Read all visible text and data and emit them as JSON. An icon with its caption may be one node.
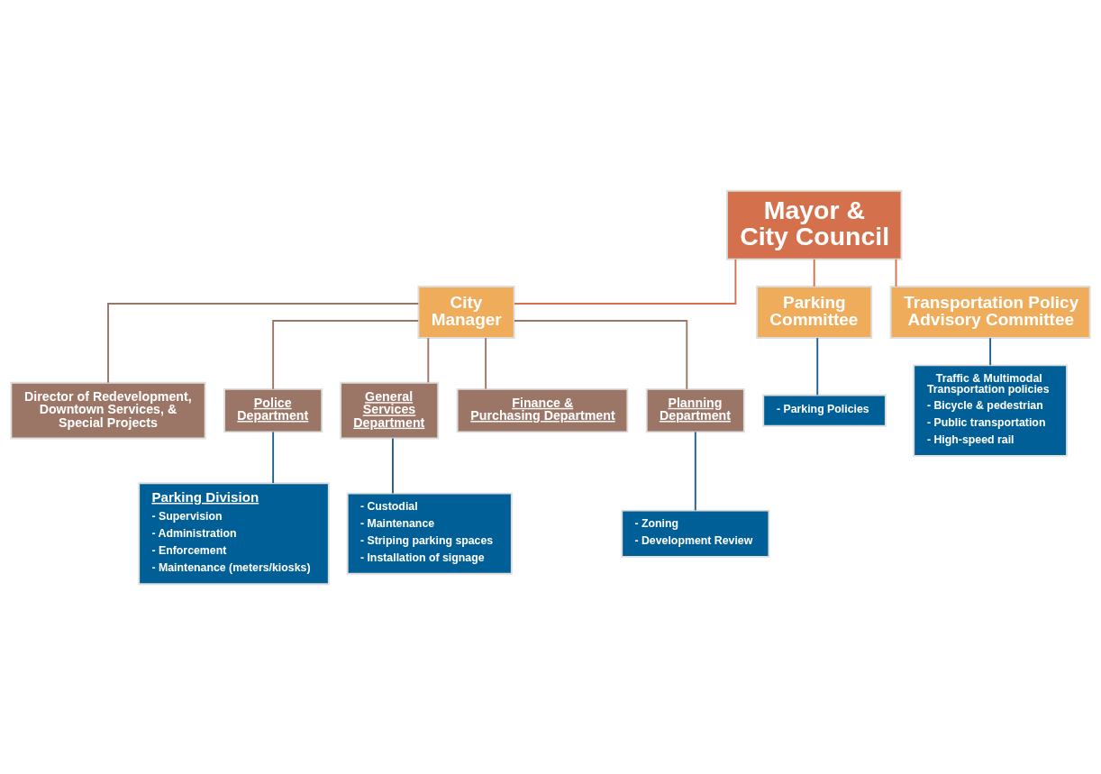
{
  "diagram": {
    "nodes": [
      {
        "text": [
          "Mayor & City Council"
        ]
      },
      {
        "text": [
          "City Manager"
        ]
      },
      {
        "text": [
          "Parking Committee"
        ]
      },
      {
        "text": [
          "Transportation Policy Advisory Committee"
        ]
      },
      {
        "text": [
          "Director of Redevelopment, Downtown Services, & Special Projects"
        ]
      },
      {
        "text": [
          "Police Department"
        ]
      },
      {
        "text": [
          "General Services Department"
        ]
      },
      {
        "text": [
          "Finance & Purchasing Department"
        ]
      },
      {
        "text": [
          "Planning Department"
        ]
      },
      {
        "text": [
          "- Parking Policies"
        ]
      },
      {
        "text": [
          "Traffic & Multimodal Transportation policies",
          "- Bicycle & pedestrian",
          "- Public transportation",
          "- High-speed rail"
        ]
      },
      {
        "text": [
          "Parking Division",
          "- Supervision",
          "- Administration",
          "- Enforcement",
          "- Maintenance (meters/kiosks)"
        ]
      },
      {
        "text": [
          "- Custodial",
          "- Maintenance",
          "- Striping parking spaces",
          "- Installation of signage"
        ]
      },
      {
        "text": [
          "- Zoning",
          "- Development Review"
        ]
      }
    ],
    "edges": [
      {
        "from": 0,
        "to": 1,
        "arrow": "none",
        "color": "#d4704c"
      },
      {
        "from": 0,
        "to": 2,
        "arrow": "none",
        "color": "#d4704c"
      },
      {
        "from": 0,
        "to": 3,
        "arrow": "none",
        "color": "#d4704c"
      },
      {
        "from": 1,
        "to": 4,
        "arrow": "none",
        "color": "#9b7565"
      },
      {
        "from": 1,
        "to": 5,
        "arrow": "none",
        "color": "#9b7565"
      },
      {
        "from": 1,
        "to": 6,
        "arrow": "none",
        "color": "#9b7565"
      },
      {
        "from": 1,
        "to": 7,
        "arrow": "none",
        "color": "#9b7565"
      },
      {
        "from": 1,
        "to": 8,
        "arrow": "none",
        "color": "#9b7565"
      },
      {
        "from": 2,
        "to": 9,
        "arrow": "none",
        "color": "#1f5f8b"
      },
      {
        "from": 3,
        "to": 10,
        "arrow": "none",
        "color": "#1f5f8b"
      },
      {
        "from": 5,
        "to": 11,
        "arrow": "none",
        "color": "#1f5f8b"
      },
      {
        "from": 6,
        "to": 12,
        "arrow": "none",
        "color": "#1f5f8b"
      },
      {
        "from": 8,
        "to": 13,
        "arrow": "none",
        "color": "#1f5f8b"
      }
    ]
  }
}
